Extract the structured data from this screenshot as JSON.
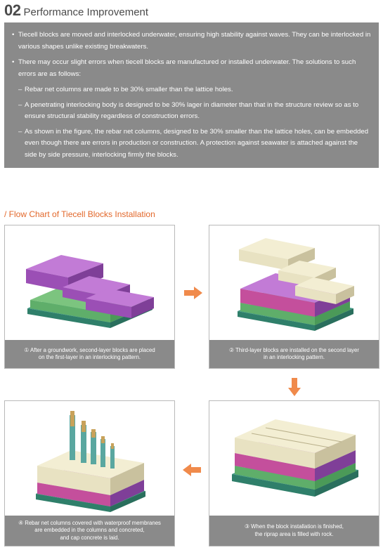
{
  "header": {
    "number": "02",
    "title": "Performance Improvement"
  },
  "info": {
    "bullets": [
      "Tiecell blocks are moved and interlocked underwater, ensuring high stability against waves. They can be interlocked in various shapes unlike existing breakwaters.",
      "There may occur slight errors when tiecell blocks are manufactured or installed underwater. The solutions to such errors are as follows:"
    ],
    "dashes": [
      "Rebar net columns are made to be 30% smaller than the lattice holes.",
      "A penetrating interlocking body is designed to be 30% lager in diameter than that in the structure review so as to ensure structural stability regardless of construction errors.",
      "As shown in the figure, the rebar net columns, designed to be 30% smaller than the lattice holes, can be embedded even though there are errors in production or construction. A protection against seawater is attached against the side by side pressure, interlocking firmly the blocks."
    ]
  },
  "flow": {
    "title": "/ Flow Chart of Tiecell Blocks Installation",
    "steps": [
      {
        "line1": "① After a groundwork, second-layer blocks are placed",
        "line2": "on the first-layer in an interlocking pattern."
      },
      {
        "line1": "② Third-layer blocks are installed on the second layer",
        "line2": "in an interlocking pattern."
      },
      {
        "line1": "③ When the block installation is finished,",
        "line2": "the riprap area is filled with rock."
      },
      {
        "line1": "④ Rebar net columns covered with waterproof membranes",
        "line2": "are embedded in the columns and concreted,",
        "line3": "and cap concrete is laid."
      }
    ]
  },
  "colors": {
    "accent": "#e2672a",
    "arrow": "#f08a4b",
    "box_gray": "#8a8a8a",
    "green_block": "#5fae6a",
    "purple_block": "#9b4fb5",
    "magenta_block": "#c44f9c",
    "cream_block": "#e8e2c2",
    "teal_base": "#3f9c86"
  }
}
